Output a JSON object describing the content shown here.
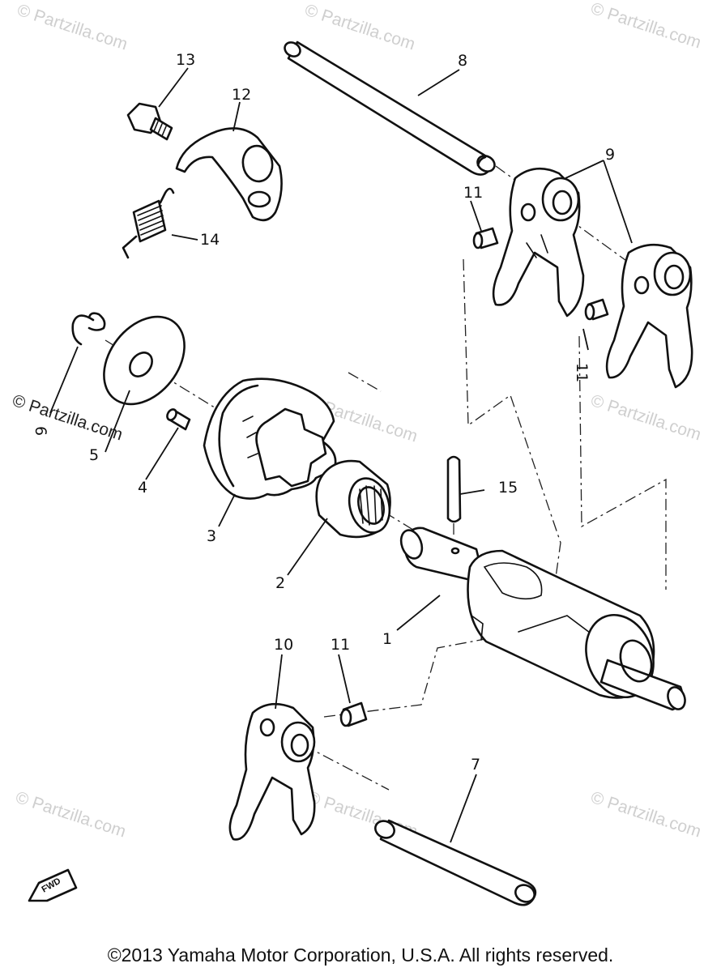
{
  "diagram": {
    "callouts": {
      "p1": "1",
      "p2": "2",
      "p3": "3",
      "p4": "4",
      "p5": "5",
      "p6": "6",
      "p7": "7",
      "p8": "8",
      "p9": "9",
      "p10": "10",
      "p11a": "11",
      "p11b": "11",
      "p11c": "11",
      "p12": "12",
      "p13": "13",
      "p14": "14",
      "p15": "15"
    },
    "watermark": "© Partzilla.com",
    "direction_marker": "FWD",
    "copyright": "©2013 Yamaha Motor Corporation, U.S.A. All rights reserved."
  }
}
